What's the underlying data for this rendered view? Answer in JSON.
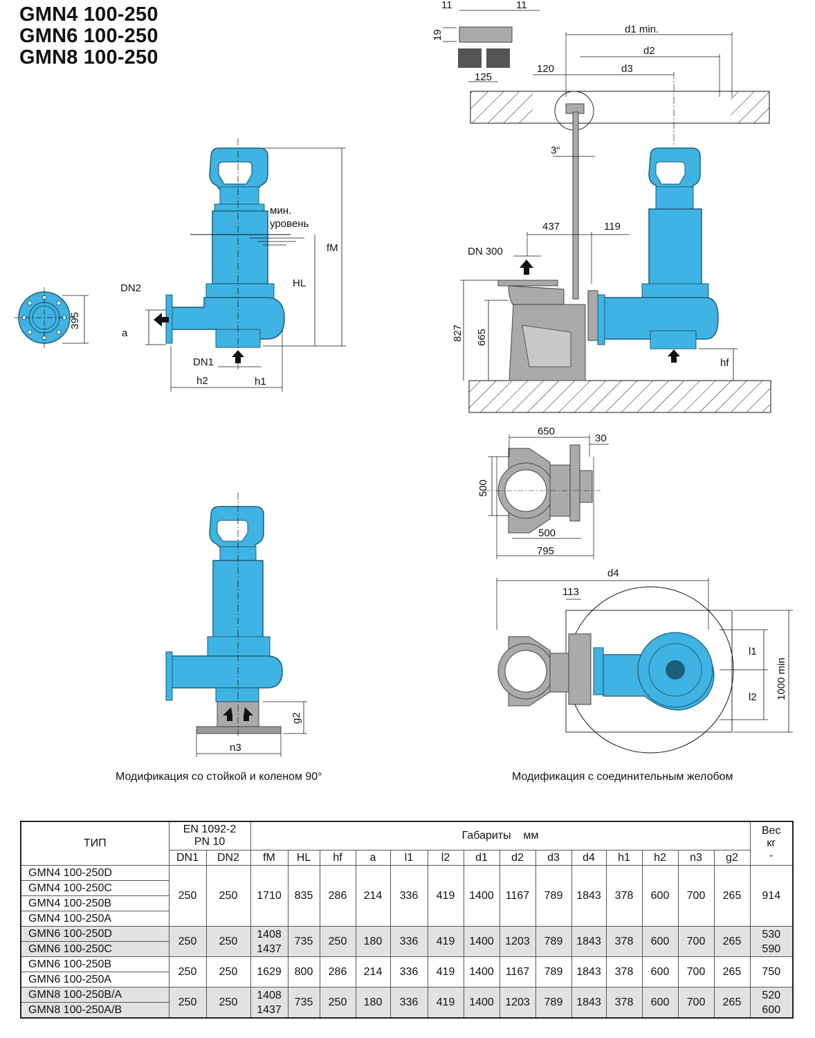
{
  "titles": [
    "GMN4 100-250",
    "GMN6 100-250",
    "GMN8 100-250"
  ],
  "colors": {
    "pump_blue": "#3fb3e3",
    "base_gray": "#a9a9a9",
    "hatch": "#333333"
  },
  "labels": {
    "min_level": [
      "мин.",
      "уровень"
    ],
    "fM": "fM",
    "HL": "HL",
    "DN2": "DN2",
    "DN1": "DN1",
    "a": "a",
    "h1": "h1",
    "h2": "h2",
    "flange_395": "395",
    "d1": "d1 min.",
    "d2": "d2",
    "d3": "d3",
    "dim_120": "120",
    "dim_125": "125",
    "dim_11a": "11",
    "dim_11b": "11",
    "dim_19": "19",
    "pipe_3in": "3“",
    "dim_437": "437",
    "dim_119": "119",
    "DN300": "DN 300",
    "dim_827": "827",
    "dim_665": "665",
    "hf": "hf",
    "dim_650": "650",
    "dim_30": "30",
    "dim_500v": "500",
    "dim_500h": "500",
    "dim_795": "795",
    "d4": "d4",
    "dim_113": "113",
    "l1": "l1",
    "l2": "l2",
    "dim_1000": "1000 min",
    "g2": "g2",
    "n3": "n3"
  },
  "captions": {
    "left": "Модификация со стойкой и коленом 90°",
    "right": "Модификация с соединительным желобом"
  },
  "table": {
    "head": {
      "type": "ТИП",
      "std": [
        "EN 1092-2",
        "PN 10"
      ],
      "dims": "Габариты    мм",
      "weight": [
        "Вес",
        "кг",
        "-"
      ],
      "cols": [
        "DN1",
        "DN2",
        "fM",
        "HL",
        "hf",
        "a",
        "l1",
        "l2",
        "d1",
        "d2",
        "d3",
        "d4",
        "h1",
        "h2",
        "n3",
        "g2"
      ]
    },
    "groups": [
      {
        "shade": false,
        "types": [
          "GMN4 100-250D",
          "GMN4 100-250C",
          "GMN4 100-250B",
          "GMN4 100-250A"
        ],
        "vals": [
          [
            "250"
          ],
          [
            "250"
          ],
          [
            "1710"
          ],
          [
            "835"
          ],
          [
            "286"
          ],
          [
            "214"
          ],
          [
            "336"
          ],
          [
            "419"
          ],
          [
            "1400"
          ],
          [
            "1167"
          ],
          [
            "789"
          ],
          [
            "1843"
          ],
          [
            "378"
          ],
          [
            "600"
          ],
          [
            "700"
          ],
          [
            "265"
          ],
          [
            "914"
          ]
        ]
      },
      {
        "shade": true,
        "types": [
          "GMN6 100-250D",
          "GMN6 100-250C"
        ],
        "vals": [
          [
            "250"
          ],
          [
            "250"
          ],
          [
            "1408",
            "1437"
          ],
          [
            "735"
          ],
          [
            "250"
          ],
          [
            "180"
          ],
          [
            "336"
          ],
          [
            "419"
          ],
          [
            "1400"
          ],
          [
            "1203"
          ],
          [
            "789"
          ],
          [
            "1843"
          ],
          [
            "378"
          ],
          [
            "600"
          ],
          [
            "700"
          ],
          [
            "265"
          ],
          [
            "530",
            "590"
          ]
        ]
      },
      {
        "shade": false,
        "types": [
          "GMN6 100-250B",
          "GMN6 100-250A"
        ],
        "vals": [
          [
            "250"
          ],
          [
            "250"
          ],
          [
            "1629"
          ],
          [
            "800"
          ],
          [
            "286"
          ],
          [
            "214"
          ],
          [
            "336"
          ],
          [
            "419"
          ],
          [
            "1400"
          ],
          [
            "1167"
          ],
          [
            "789"
          ],
          [
            "1843"
          ],
          [
            "378"
          ],
          [
            "600"
          ],
          [
            "700"
          ],
          [
            "265"
          ],
          [
            "750"
          ]
        ]
      },
      {
        "shade": true,
        "types": [
          "GMN8 100-250B/A",
          "GMN8 100-250A/B"
        ],
        "vals": [
          [
            "250"
          ],
          [
            "250"
          ],
          [
            "1408",
            "1437"
          ],
          [
            "735"
          ],
          [
            "250"
          ],
          [
            "180"
          ],
          [
            "336"
          ],
          [
            "419"
          ],
          [
            "1400"
          ],
          [
            "1203"
          ],
          [
            "789"
          ],
          [
            "1843"
          ],
          [
            "378"
          ],
          [
            "600"
          ],
          [
            "700"
          ],
          [
            "265"
          ],
          [
            "520",
            "600"
          ]
        ]
      }
    ]
  }
}
